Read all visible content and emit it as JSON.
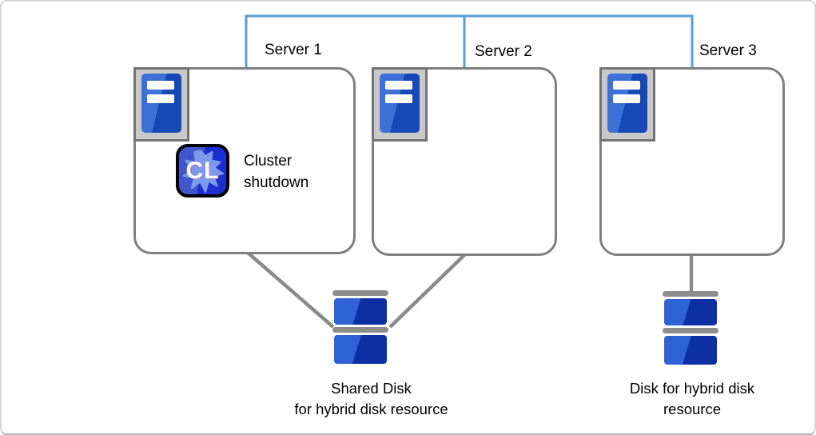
{
  "servers": [
    {
      "label": "Server 1"
    },
    {
      "label": "Server 2"
    },
    {
      "label": "Server 3"
    }
  ],
  "annotation": {
    "badge": "CL",
    "text": "Cluster shutdown"
  },
  "disks": [
    {
      "line1": "Shared Disk",
      "line2": "for hybrid disk resource"
    },
    {
      "line1": "Disk for hybrid disk",
      "line2": "resource"
    }
  ],
  "icons": {
    "server": "server-tower-icon",
    "cluster_badge": "cluster-shutdown-icon",
    "disk": "disk-stack-icon"
  },
  "colors": {
    "interconnect_blue": "#5b9bd5",
    "wire_gray": "#8a8a8a",
    "box_border_gray": "#7f7f7f",
    "icon_plate_gray": "#c9c9c9",
    "server_blue_light": "#3e71d8",
    "server_blue_dark": "#1847b6",
    "disk_blue_light": "#2f63d5",
    "disk_blue_dark": "#0c2fa4",
    "disk_cap_gray": "#8c8c8c",
    "cl_bg_light": "#4156cc",
    "cl_bg_dark": "#1c2fd2",
    "cl_splat_blue": "#7d99ea",
    "text_black": "#000000"
  }
}
